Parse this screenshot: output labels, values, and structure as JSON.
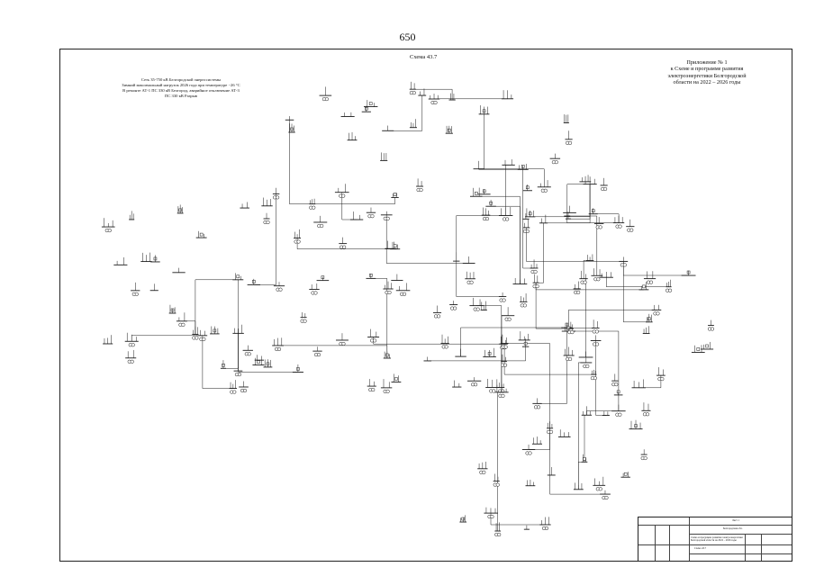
{
  "page_number": "650",
  "diagram": {
    "scheme_title": "Схема 43.7",
    "caption_lines": [
      "Сеть 35-750 кВ Белгородской энергосистемы",
      "Зимний максимальный нагрузок 2026 года при температуре −26 °С",
      "В ремонте АТ-1 ПС 330 кВ Белгород, аварийное отключение АТ-3",
      "ПС 330 кВ Разрыв"
    ],
    "appendix_lines": [
      "Приложение № 1",
      "к Схеме и программе развития",
      "электроэнергетики Белгородской",
      "области на 2022 – 2026 годы"
    ]
  },
  "stamp": {
    "top_label": "Лист 1",
    "sub_label": "Белгородская обл.",
    "description": "Схема и программа развития электроэнергетики Белгородской области на 2022 – 2026 годы",
    "sheet_label": "Схема 43.7"
  },
  "colors": {
    "ink": "#1a1a1a",
    "paper": "#ffffff"
  }
}
